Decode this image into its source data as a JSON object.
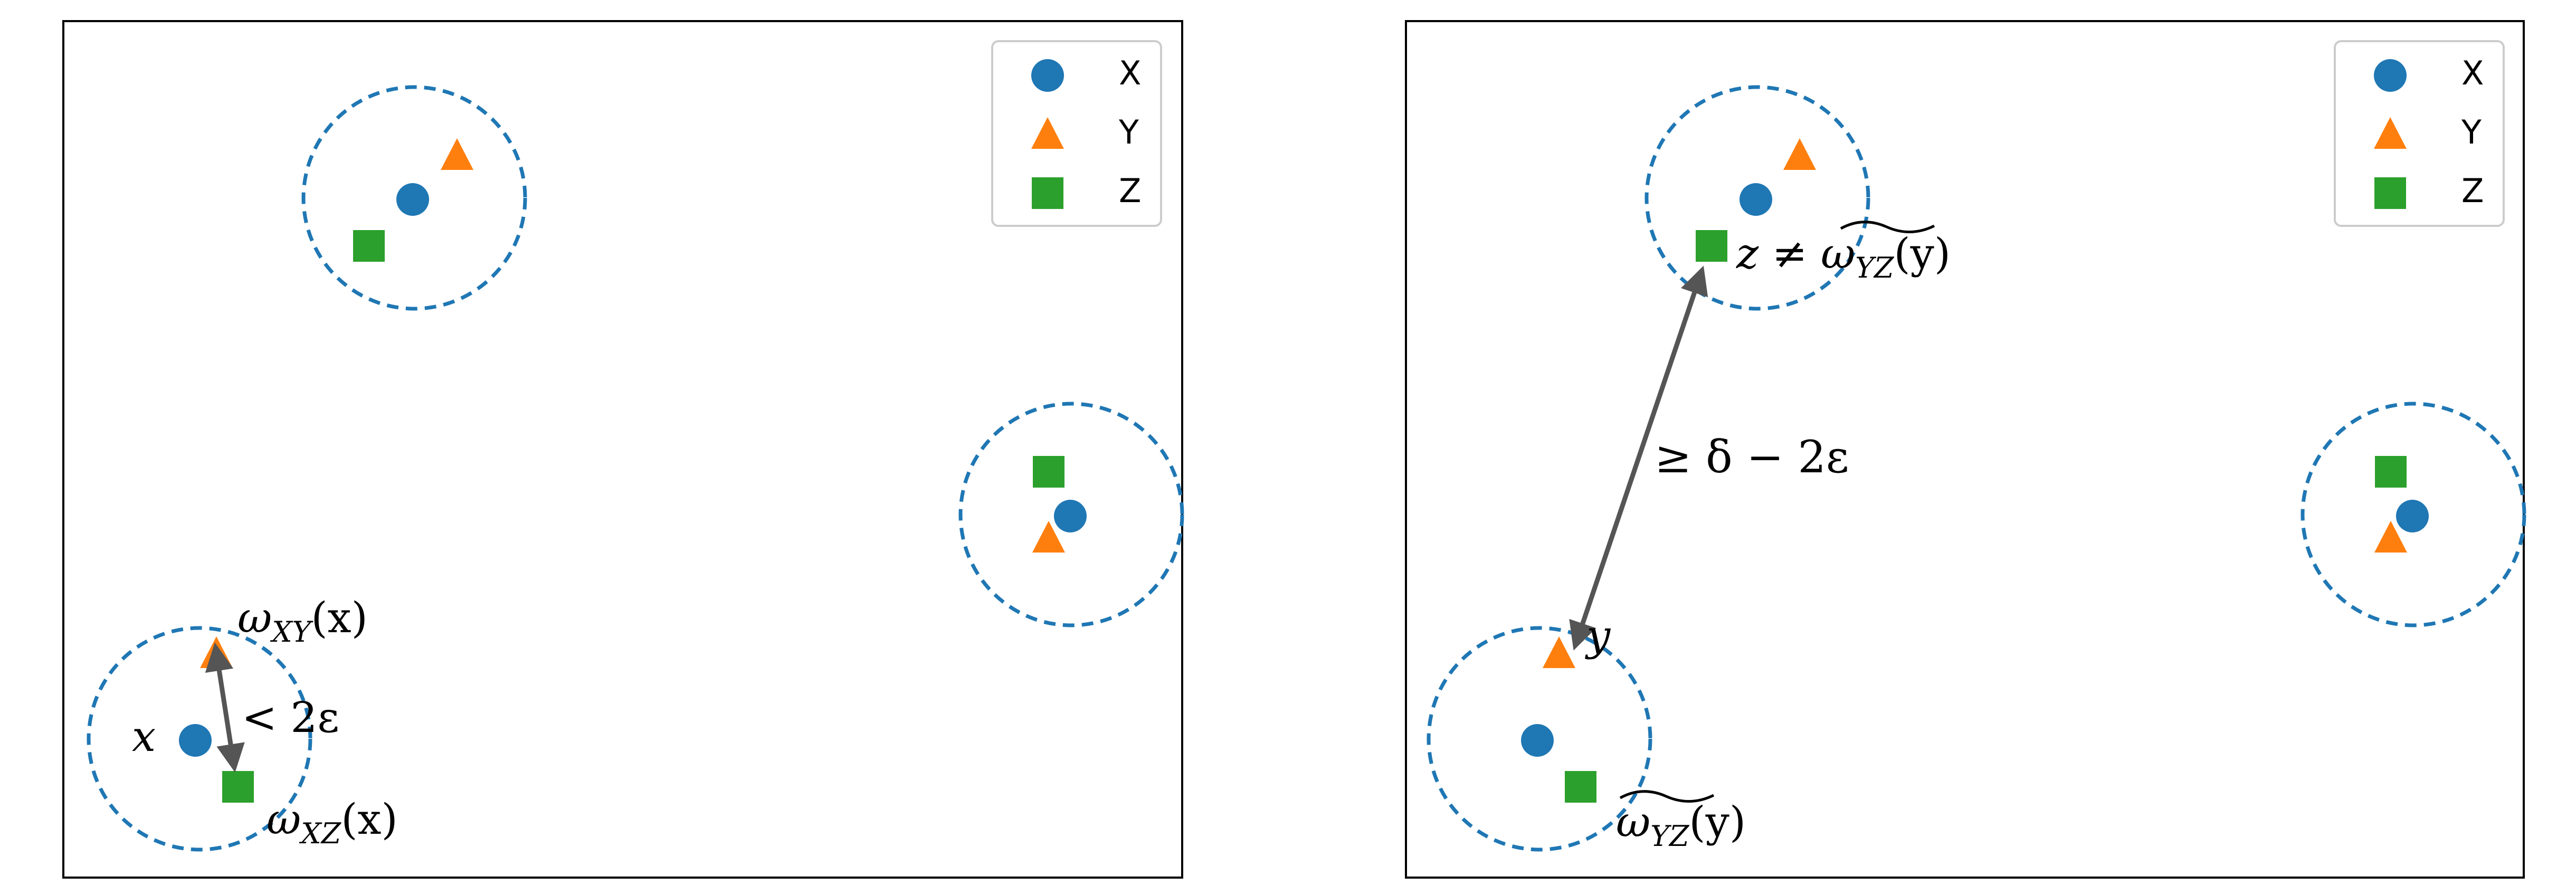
{
  "colors": {
    "x": "#1f77b4",
    "y": "#ff7f0e",
    "z": "#2ca02c",
    "cluster": "#1f77b4",
    "arrow": "#555555"
  },
  "legend": {
    "placement": "top-right",
    "entries": [
      {
        "label": "X",
        "marker": "circle",
        "color": "#1f77b4"
      },
      {
        "label": "Y",
        "marker": "triangle",
        "color": "#ff7f0e"
      },
      {
        "label": "Z",
        "marker": "square",
        "color": "#2ca02c"
      }
    ]
  },
  "left_panel": {
    "labels": {
      "x": "x",
      "omega_xy": "ω",
      "omega_xy_sub": "XY",
      "omega_xy_arg": "(x)",
      "omega_xz": "ω",
      "omega_xz_sub": "XZ",
      "omega_xz_arg": "(x)",
      "distance": "< 2ε"
    }
  },
  "right_panel": {
    "labels": {
      "y": "y",
      "z_neq": "z ≠ ",
      "omega_yz": "ω",
      "omega_yz_sub": "YZ",
      "omega_yz_arg": "(y)",
      "omega_yz2": "ω",
      "omega_yz2_sub": "YZ",
      "omega_yz2_arg": "(y)",
      "distance": "≥ δ − 2ε"
    }
  }
}
